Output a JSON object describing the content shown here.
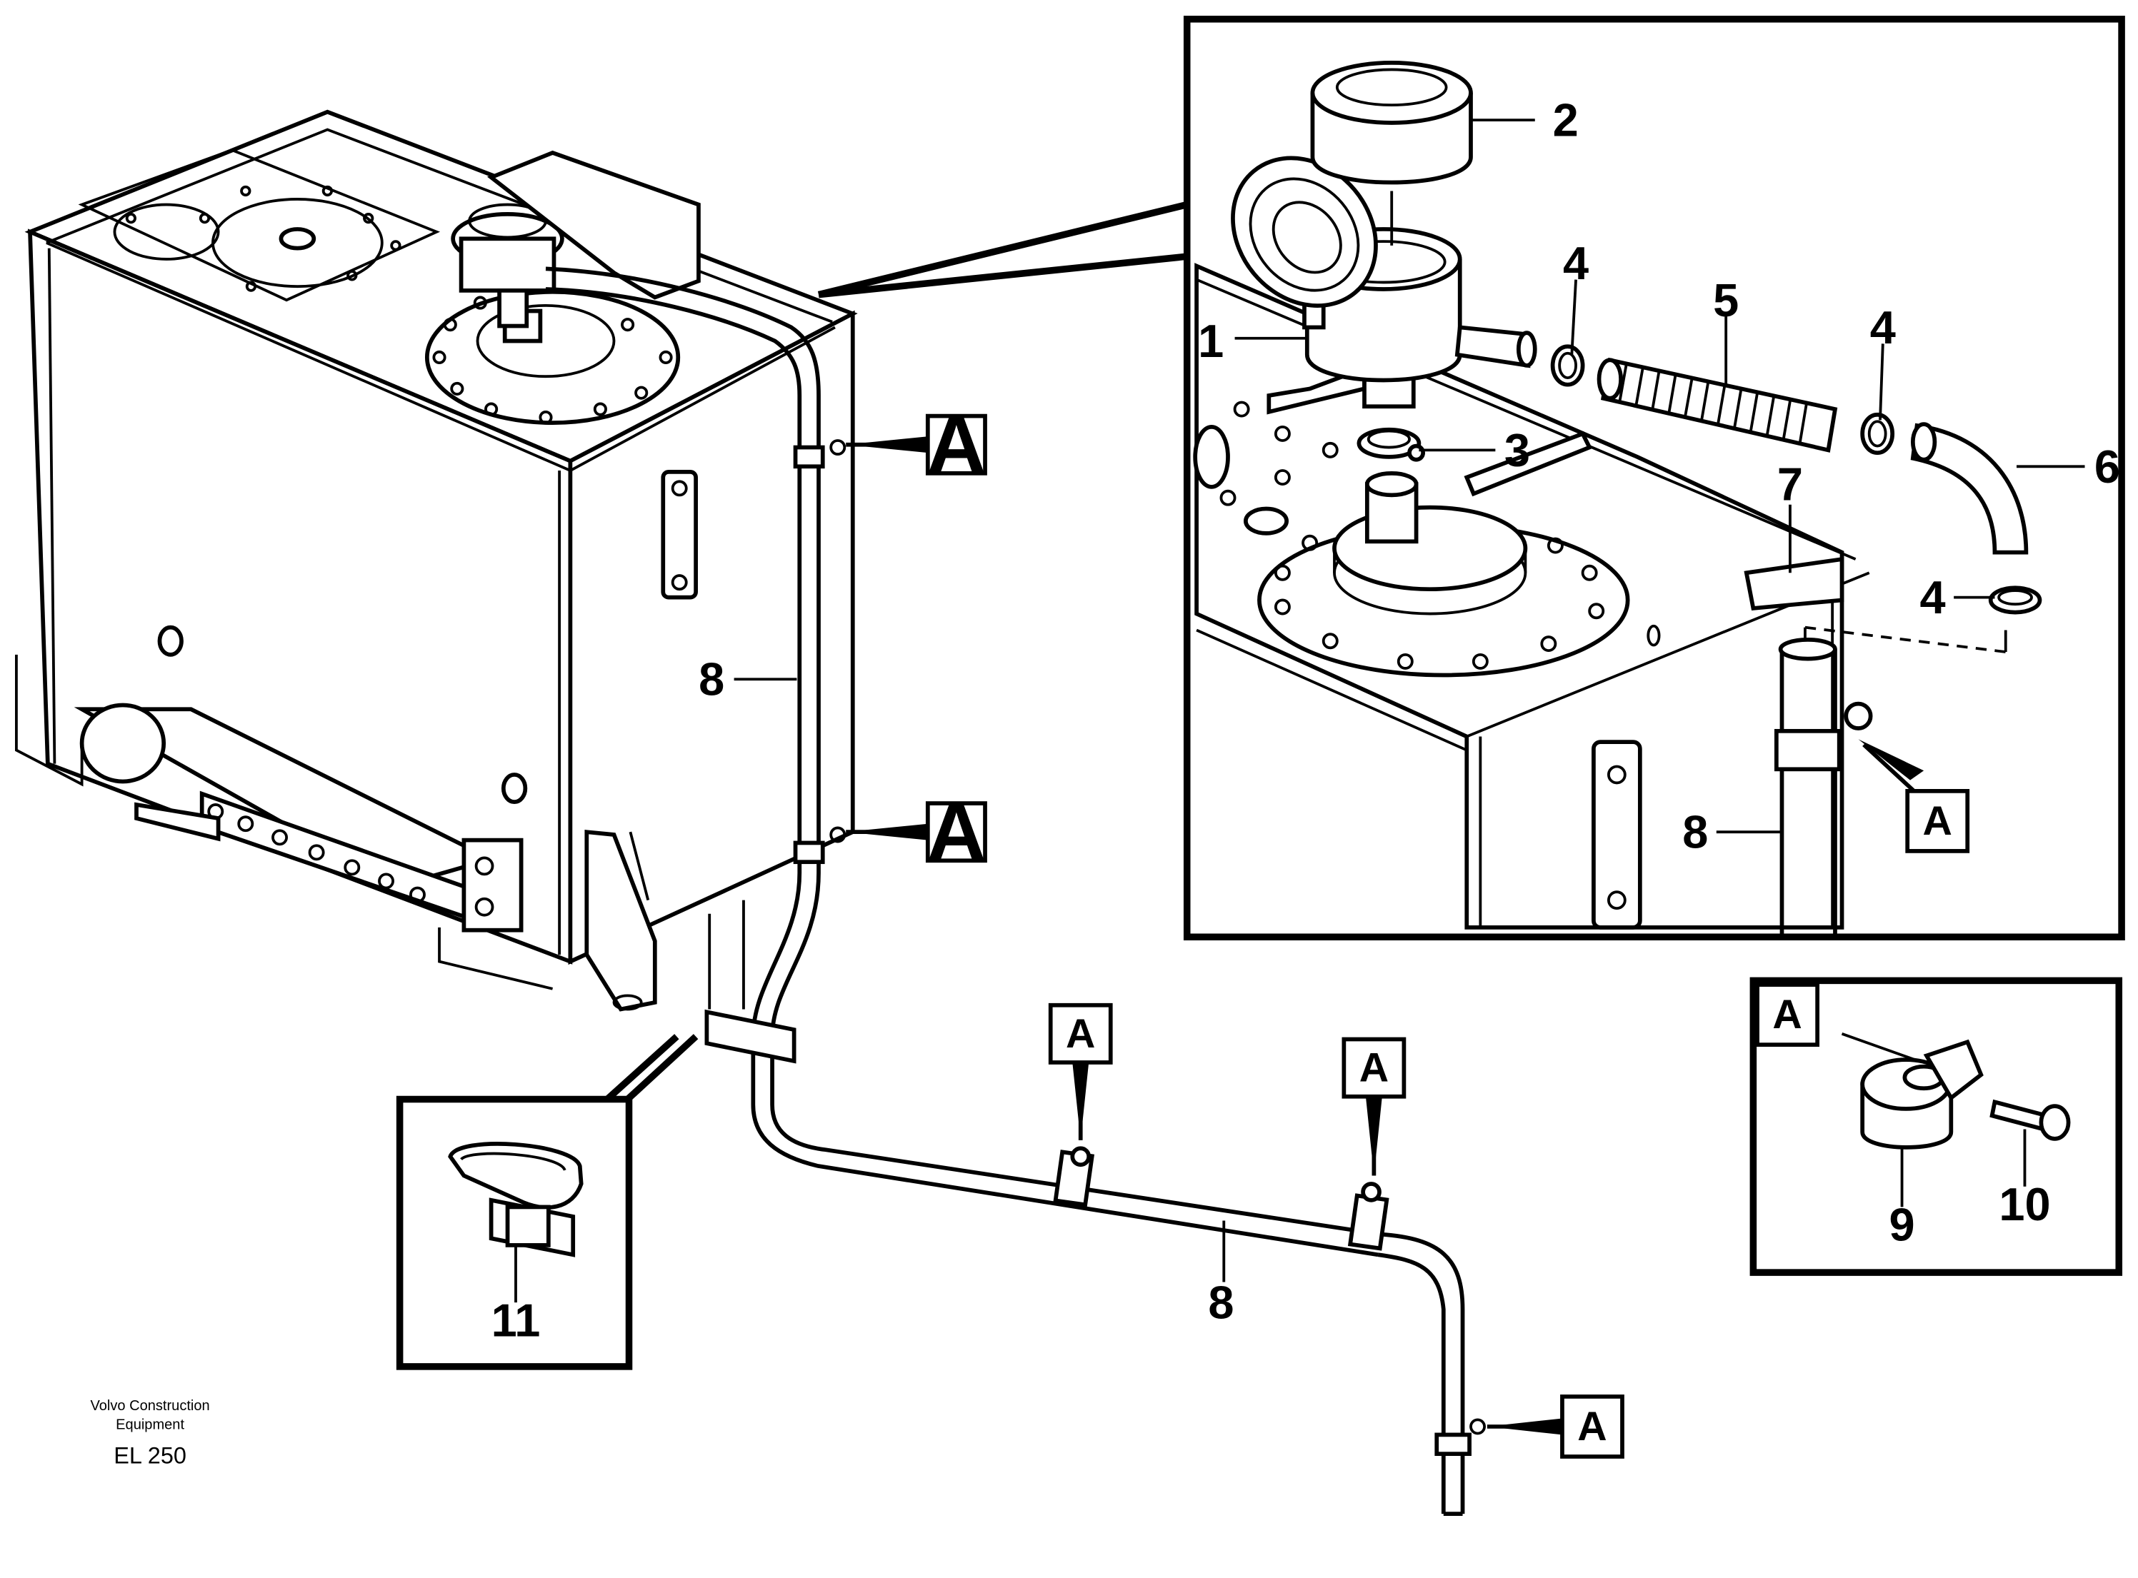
{
  "footer": {
    "company_line1": "Volvo Construction",
    "company_line2": "Equipment",
    "drawing_code": "EL 250"
  },
  "callouts": {
    "ref_letter": "A",
    "part_1": "1",
    "part_2": "2",
    "part_3": "3",
    "part_4": "4",
    "part_5": "5",
    "part_6": "6",
    "part_7": "7",
    "part_8": "8",
    "part_9": "9",
    "part_10": "10",
    "part_11": "11"
  }
}
